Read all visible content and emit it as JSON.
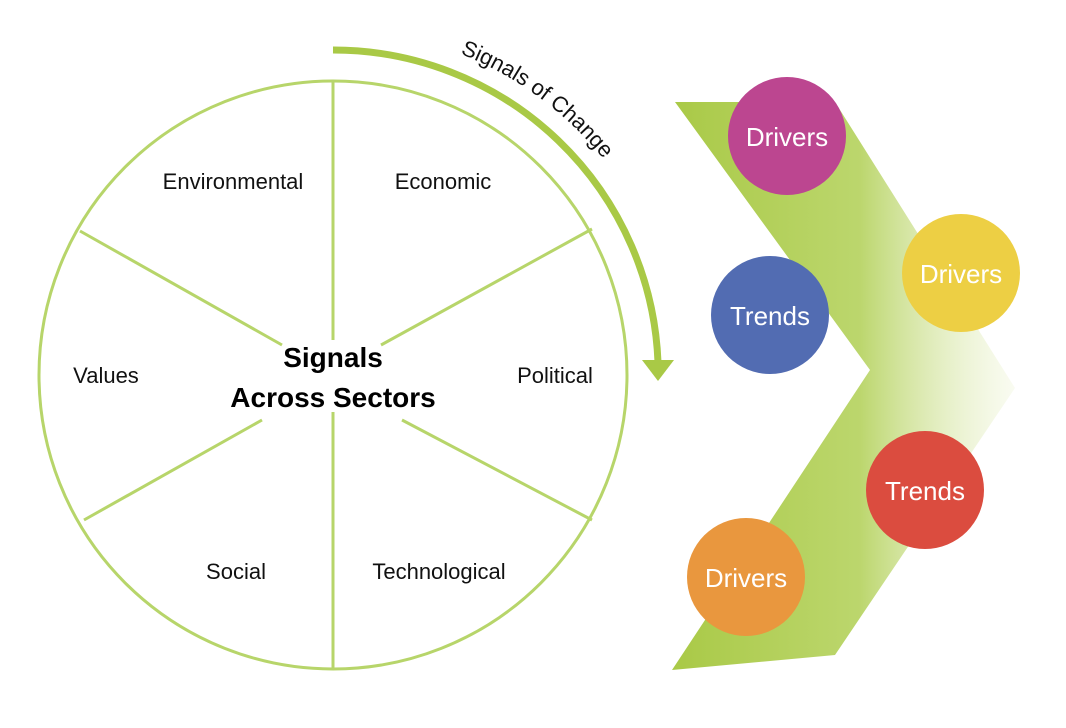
{
  "center": {
    "line1": "Signals",
    "line2": "Across Sectors"
  },
  "sectors": [
    {
      "label": "Environmental"
    },
    {
      "label": "Economic"
    },
    {
      "label": "Values"
    },
    {
      "label": "Political"
    },
    {
      "label": "Social"
    },
    {
      "label": "Technological"
    }
  ],
  "arc_label": "Signals of Change",
  "bubbles": [
    {
      "label": "Drivers",
      "color": "#bc4690"
    },
    {
      "label": "Drivers",
      "color": "#edcf44"
    },
    {
      "label": "Trends",
      "color": "#526cb2"
    },
    {
      "label": "Trends",
      "color": "#db4c3f"
    },
    {
      "label": "Drivers",
      "color": "#e9973e"
    }
  ],
  "colors": {
    "wheel_stroke": "#b7d56a",
    "chevron": "#a9c946",
    "arrow": "#a9c946"
  }
}
